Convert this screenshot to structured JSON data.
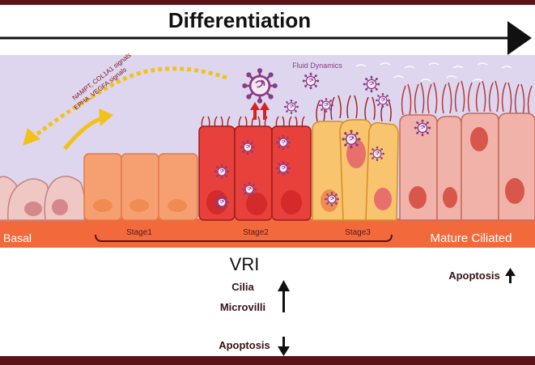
{
  "title": "Differentiation",
  "labels": {
    "fluid": "Fluid Dynamics",
    "signals1": "NAMPT, COL1A1 signals",
    "signals2": "EPHA, VEGFA signals",
    "basal": "Basal",
    "stage1": "Stage1",
    "stage2": "Stage2",
    "stage3": "Stage3",
    "mature": "Mature Ciliated",
    "vri": "VRI",
    "cilia": "Cilia",
    "microvilli": "Microvilli",
    "apoptosis_left": "Apoptosis",
    "apoptosis_right": "Apoptosis"
  },
  "colors": {
    "frame": "#5a1419",
    "background": "#ded6ee",
    "basement": "#f26a3c",
    "basal_cell": "#efc7c4",
    "stage1_cell": "#f6a072",
    "stage2_cell": "#e8403a",
    "stage3_cell": "#f9c46e",
    "mature_cell": "#f1b3a9",
    "virus": "#8a3a86",
    "signal_arrow": "#f2c21a",
    "up_arrow": "#e01e1e"
  },
  "icons": [
    "virus-icon",
    "up-arrow-icon",
    "down-arrow-icon",
    "double-arrow-icon"
  ]
}
